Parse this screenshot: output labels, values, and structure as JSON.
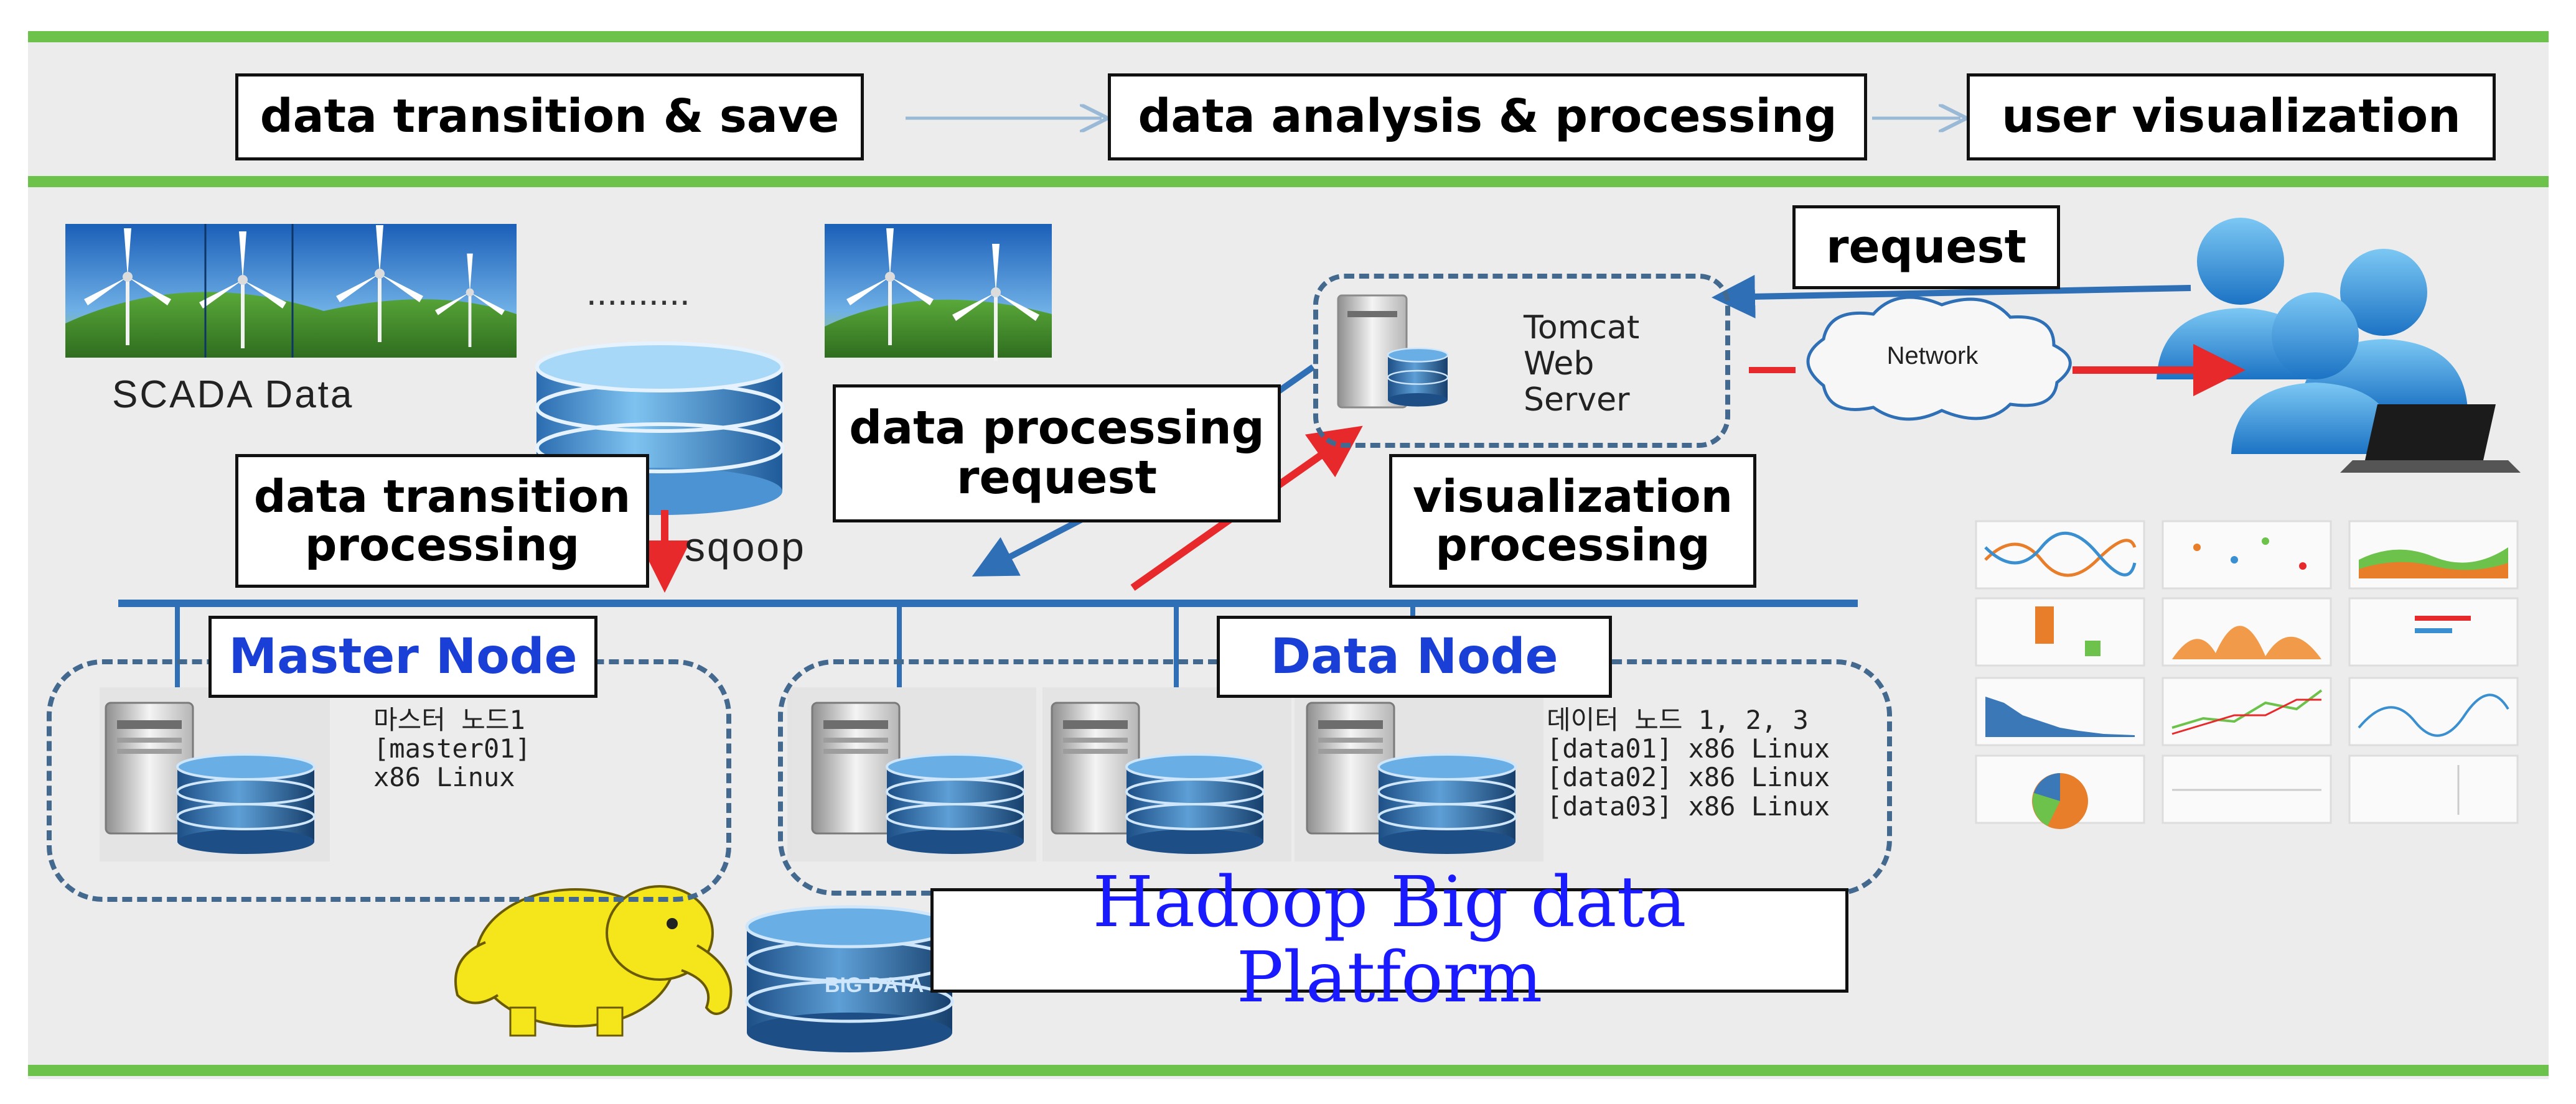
{
  "header": {
    "step1": "data transition & save",
    "step2": "data analysis & processing",
    "step3": "user visualization"
  },
  "sources": {
    "scada_label": "SCADA Data",
    "ellipsis": "..........",
    "sqoop_label": "sqoop"
  },
  "callouts": {
    "data_transition_processing": "data transition processing",
    "data_processing_request": "data processing request",
    "visualization_processing": "visualization processing",
    "request": "request"
  },
  "server": {
    "name": "Tomcat Web Server",
    "network": "Network"
  },
  "master": {
    "title": "Master Node",
    "lines": [
      "마스터 노드1",
      "[master01]",
      "x86 Linux"
    ]
  },
  "data_nodes": {
    "title": "Data Node",
    "lines": [
      "데이터 노드 1, 2, 3",
      "[data01] x86 Linux",
      "[data02] x86 Linux",
      "[data03] x86 Linux"
    ]
  },
  "platform": {
    "title": "Hadoop Big data Platform",
    "db_text": "BIG DATA"
  },
  "colors": {
    "green": "#6cc24a",
    "arrow_blue": "#2f6fb5",
    "arrow_red": "#e8292b",
    "dash": "#44698f",
    "platform_text": "#1a1aff",
    "node_title": "#1a3fd6"
  },
  "icons": [
    "wind-turbine-icon",
    "database-icon",
    "server-icon",
    "cloud-icon",
    "users-icon",
    "laptop-icon",
    "elephant-icon"
  ]
}
